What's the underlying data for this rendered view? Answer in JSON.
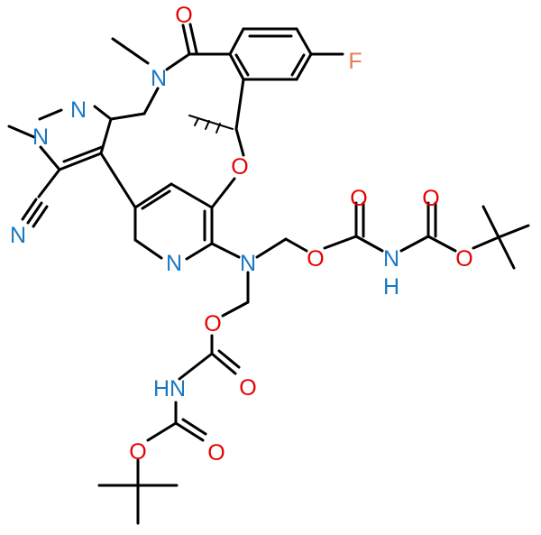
{
  "diagram": {
    "type": "chemical-structure",
    "colors": {
      "bond": "#000000",
      "oxygen": "#e60000",
      "nitrogen": "#1a78c2",
      "fluorine": "#e97a55",
      "carbon": "#000000"
    },
    "atoms": {
      "amide_oxygen": "O",
      "fluorine": "F",
      "amide_nitrogen": "N",
      "pyrazole_n2": "N",
      "pyrazole_n1": "N",
      "ether_oxygen": "O",
      "nitrile_nitrogen": "N",
      "pyridine_nitrogen": "N",
      "amine_nitrogen": "N",
      "carbamate_oxygen_1": "O",
      "carbonyl_oxygen_1": "O",
      "carbamate_nh_n_1": "N",
      "carbamate_nh_h_1": "H",
      "carbonyl_oxygen_2": "O",
      "boc_oxygen_1": "O",
      "carbamate_oxygen_2": "O",
      "carbonyl_oxygen_3": "O",
      "carbamate_nh_2": "HN",
      "carbonyl_oxygen_4": "O",
      "boc_oxygen_2": "O"
    }
  }
}
